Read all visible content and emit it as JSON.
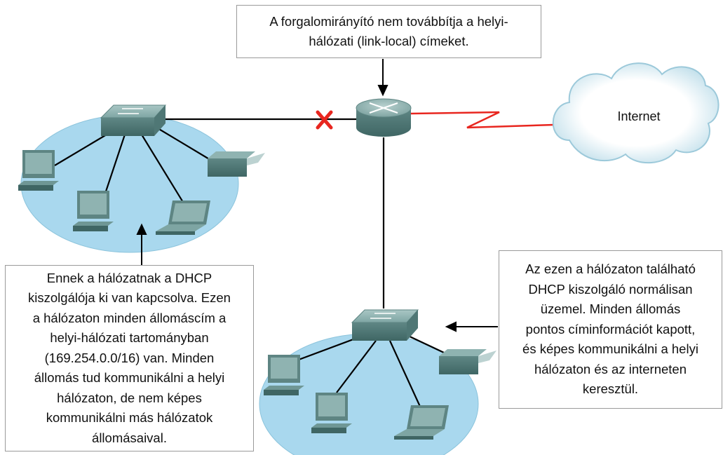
{
  "callouts": {
    "router_note": "A forgalomirányító nem továbbítja a helyi-\nhálózati (link-local) címeket.",
    "left_network_note": "Ennek a hálózatnak a DHCP\nkiszolgálója ki van kapcsolva. Ezen\na hálózaton minden állomáscím a\nhelyi-hálózati tartományban\n(169.254.0.0/16) van. Minden\nállomás tud kommunikálni a helyi\nhálózaton, de nem képes\nkommunikálni más hálózatok\nállomásaival.",
    "right_network_note": "Az ezen a hálózaton található\nDHCP kiszolgáló normálisan\nüzemel. Minden állomás\npontos címinformációt kapott,\nés képes kommunikálni a helyi\nhálózaton és az interneten\nkeresztül."
  },
  "cloud": {
    "label": "Internet"
  },
  "colors": {
    "lan_fill": "#a9d8ee",
    "device_body": "#6f9795",
    "wan_link": "#e8261f",
    "blocked_mark": "#e8261f",
    "link": "#000000"
  },
  "icons": [
    "switch-icon",
    "router-icon",
    "cloud-icon",
    "computer-icon",
    "laptop-icon",
    "printer-icon",
    "blocked-x-icon",
    "serial-link-icon",
    "arrow-icon"
  ]
}
